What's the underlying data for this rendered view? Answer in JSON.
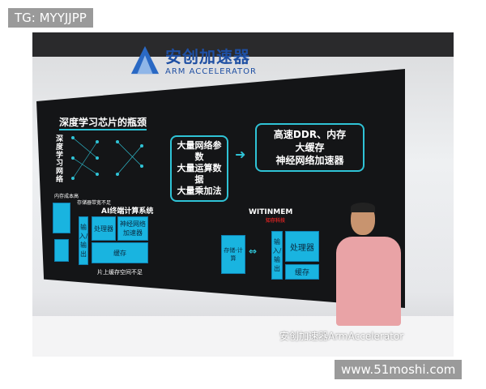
{
  "watermark_top": "TG: MYYJJPP",
  "watermark_bottom": "www.51moshi.com",
  "logo": {
    "cn": "安创加速器",
    "en": "ARM ACCELERATOR"
  },
  "slide": {
    "title": "深度学习芯片的瓶颈",
    "side_label": "深度学习网络",
    "box1": [
      "大量网络参数",
      "大量运算数据",
      "大量乘加法"
    ],
    "box2": [
      "高速DDR、内存",
      "大缓存",
      "神经网络加速器"
    ],
    "memory_cost": "内存成本高",
    "bandwidth": "存储器带宽不足",
    "system_title": "AI终端计算系统",
    "processor": "处理器",
    "nn_accel": "神经网络加速器",
    "cache": "缓存",
    "io": "输入/输出",
    "onchip": "片上缓存空间不足",
    "brand": "WITINMEM",
    "brand_cn": "知存科技",
    "storage_compute": "存储-计算",
    "processor2": "处理器",
    "cache2": "缓存",
    "io2": "输入/输出"
  },
  "account_watermark": "安创加速器ArmAccelerator",
  "colors": {
    "accent": "#2fc3d6",
    "block": "#19b4e0",
    "logo": "#1e4fa3"
  }
}
